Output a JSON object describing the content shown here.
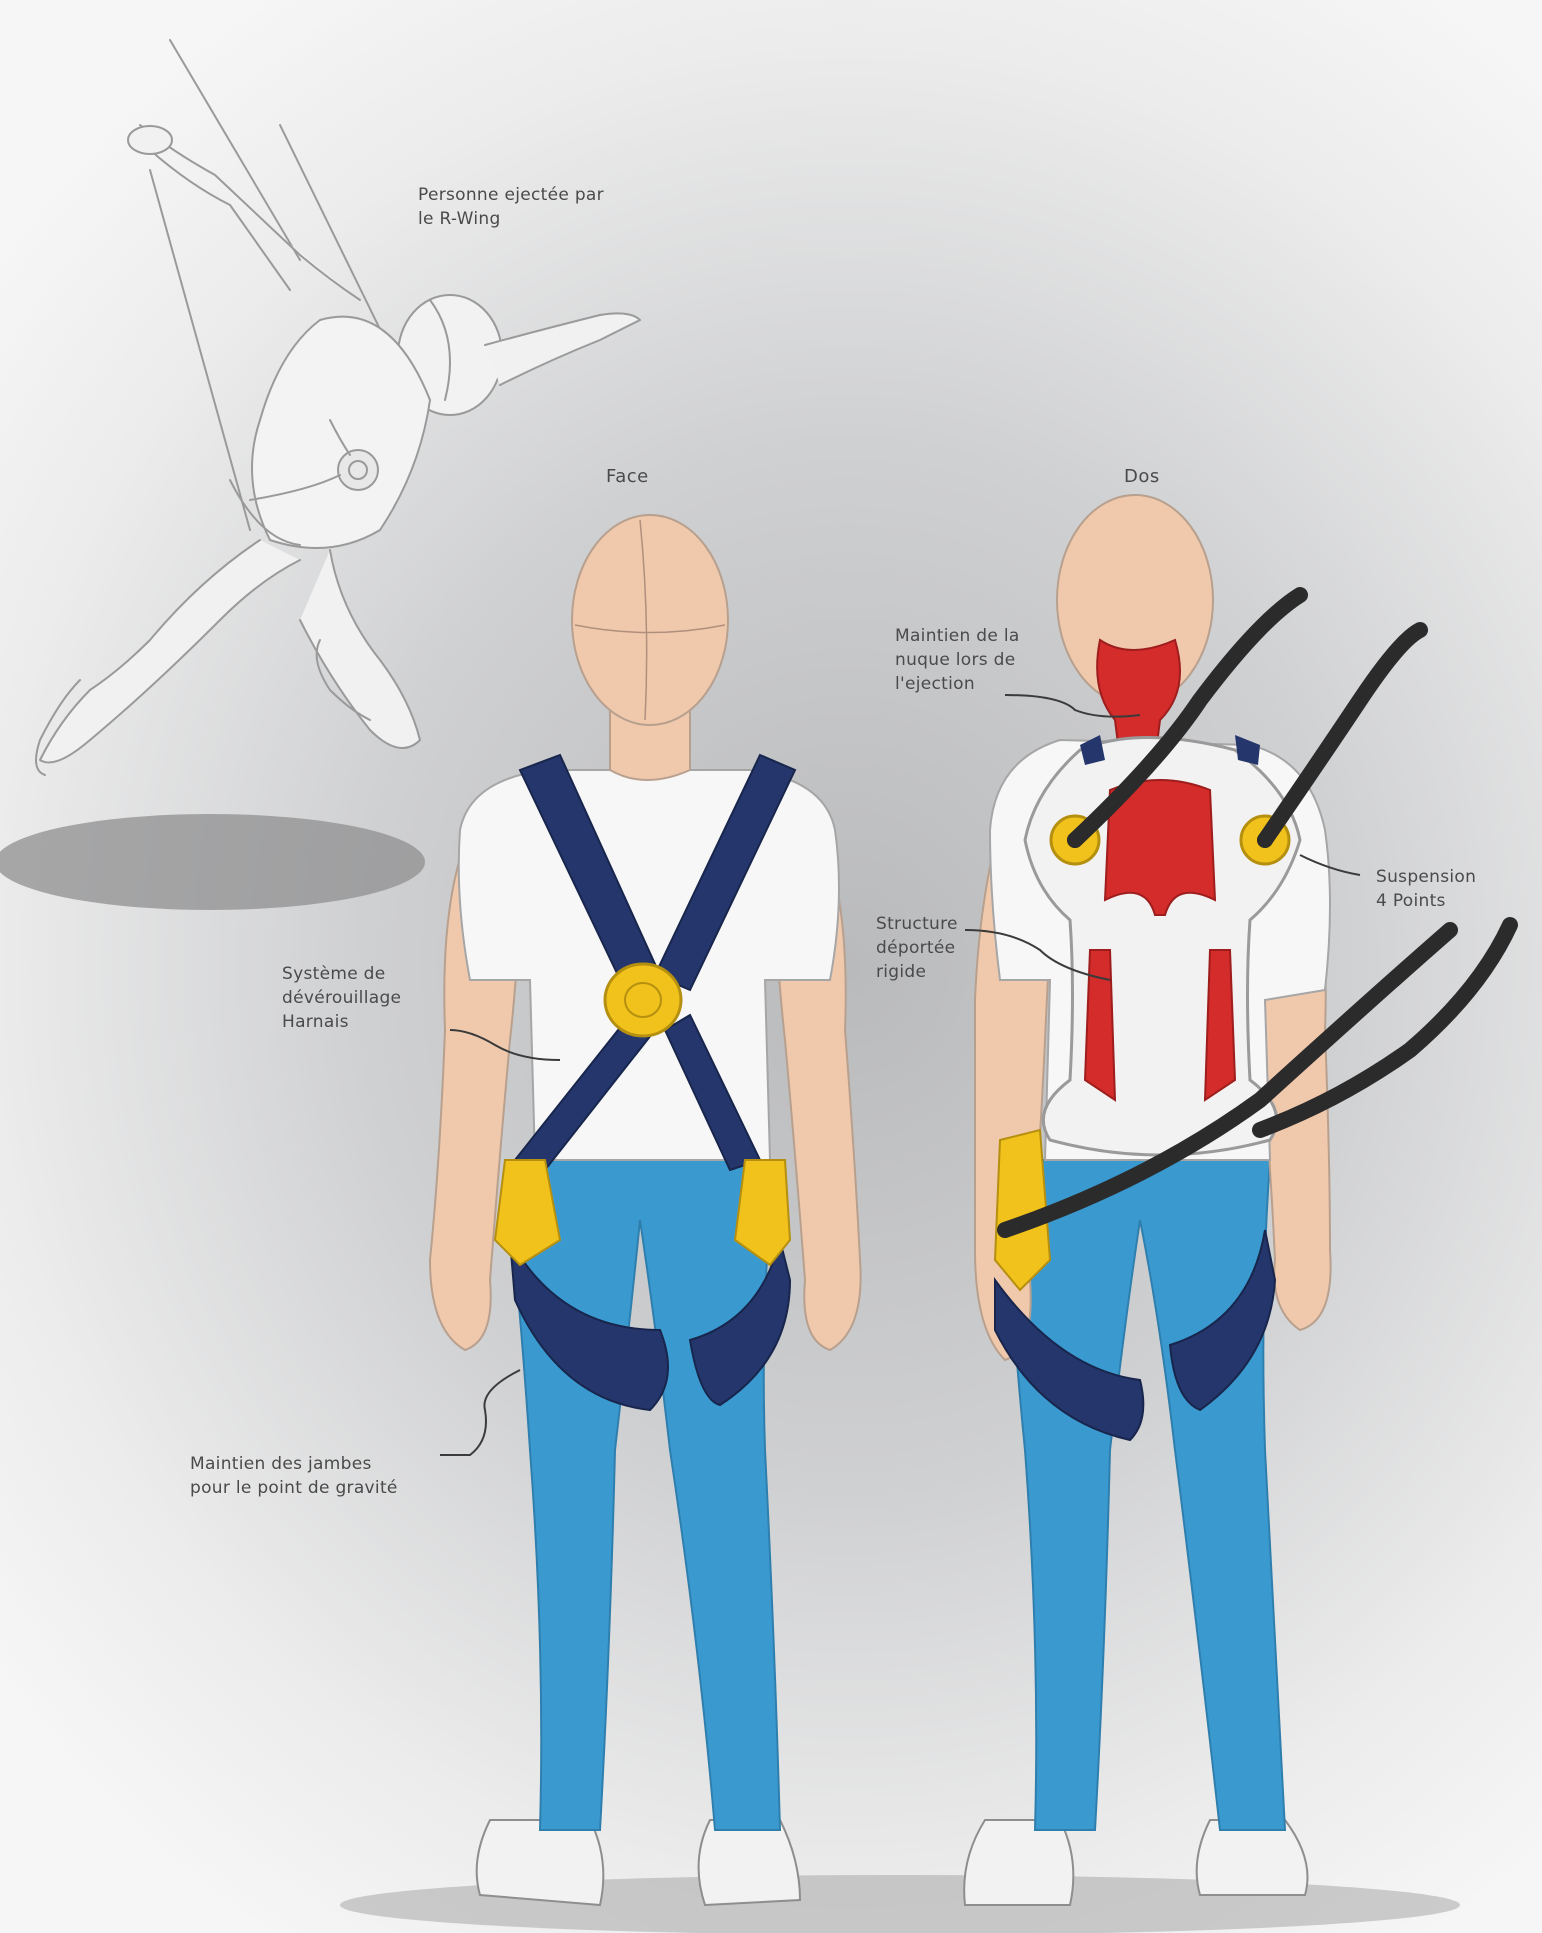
{
  "views": {
    "front": "Face",
    "back": "Dos"
  },
  "annotations": {
    "ejected_person": "Personne ejectée par\nle R-Wing",
    "neck_support": "Maintien de la\nnuque lors de\nl'ejection",
    "harness_release": "Système de\ndévérouillage\nHarnais",
    "remote_structure": "Structure\ndéportée\nrigide",
    "suspension": "Suspension\n4 Points",
    "leg_support": "Maintien des jambes\npour le point de gravité"
  },
  "colors": {
    "skin": "#f0c9ad",
    "shirt": "#f7f7f7",
    "pants": "#3a9ad0",
    "harness_navy": "#24366b",
    "buckle_yellow": "#f1c21b",
    "back_red": "#d42b2b",
    "strap_black": "#2b2b2b",
    "sketch_line": "#9a9a9a"
  }
}
